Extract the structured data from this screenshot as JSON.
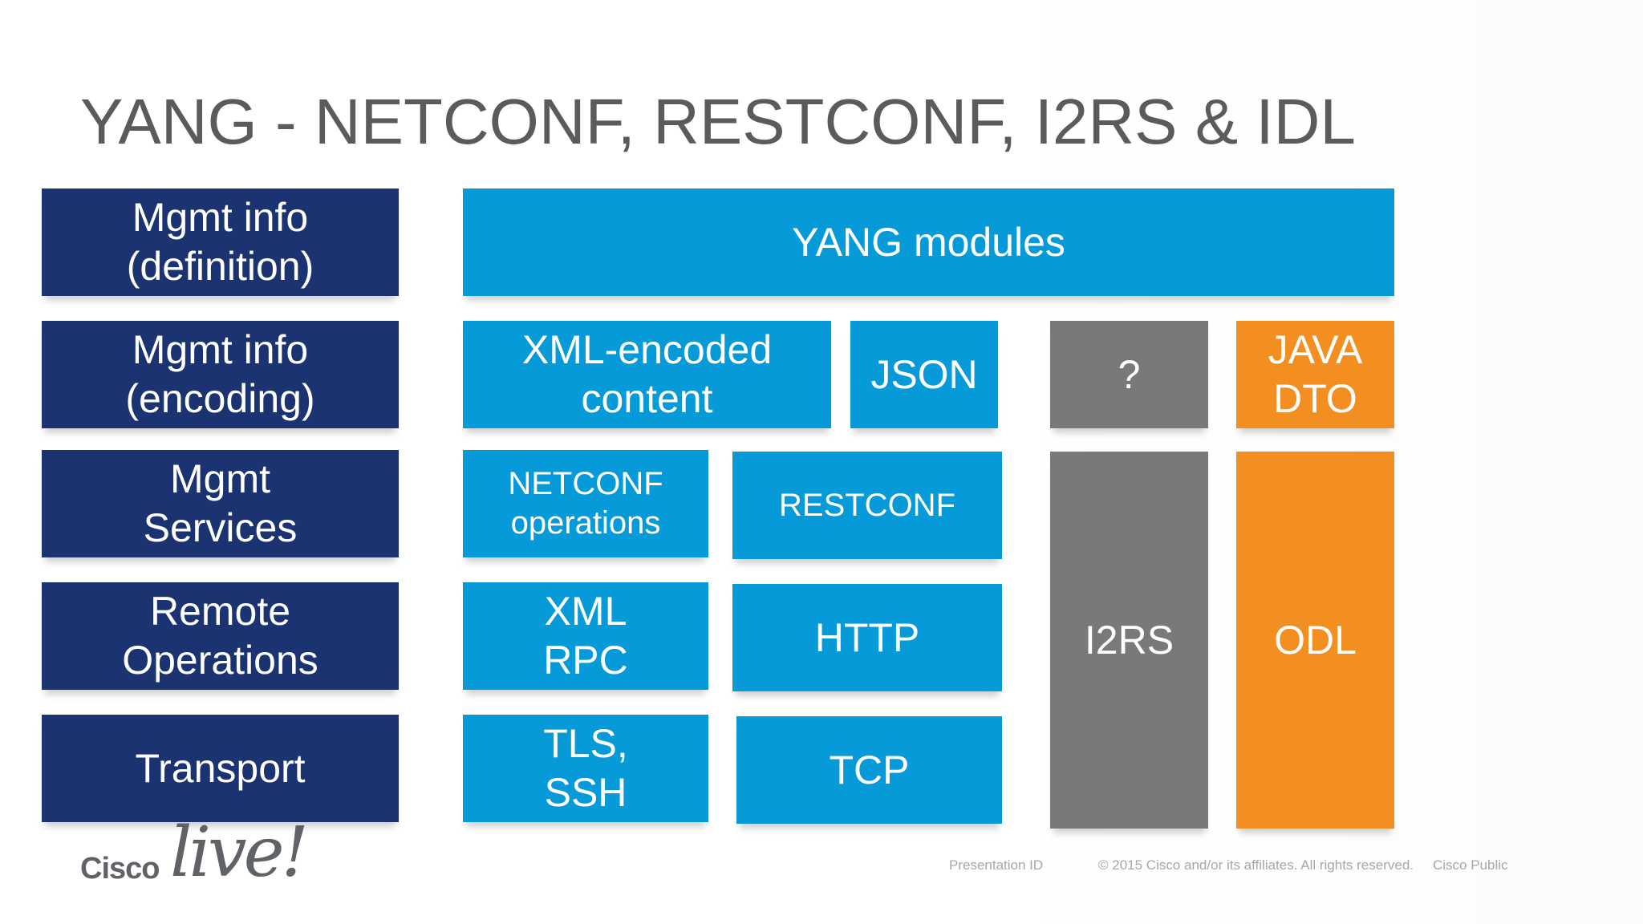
{
  "title": "YANG - NETCONF, RESTCONF, I2RS & IDL",
  "layers": {
    "definition": "Mgmt info\n(definition)",
    "encoding": "Mgmt info\n(encoding)",
    "services": "Mgmt\nServices",
    "remote_ops": "Remote\nOperations",
    "transport": "Transport"
  },
  "blocks": {
    "yang_modules": "YANG modules",
    "xml_encoded": "XML-encoded\ncontent",
    "json": "JSON",
    "question": "?",
    "java_dto": "JAVA\nDTO",
    "netconf_ops": "NETCONF\noperations",
    "restconf": "RESTCONF",
    "i2rs": "I2RS",
    "odl": "ODL",
    "xml_rpc": "XML\nRPC",
    "http": "HTTP",
    "tls_ssh": "TLS,\nSSH",
    "tcp": "TCP"
  },
  "logo": {
    "brand": "Cisco",
    "event": "live!"
  },
  "footer": {
    "presentation_id": "Presentation ID",
    "copyright": "© 2015  Cisco and/or its affiliates. All rights reserved.",
    "classification": "Cisco Public"
  },
  "colors": {
    "navy": "#1c3372",
    "blue": "#079ad8",
    "gray": "#7a7979",
    "orange": "#f38e20",
    "title_text": "#5b5b5b"
  }
}
